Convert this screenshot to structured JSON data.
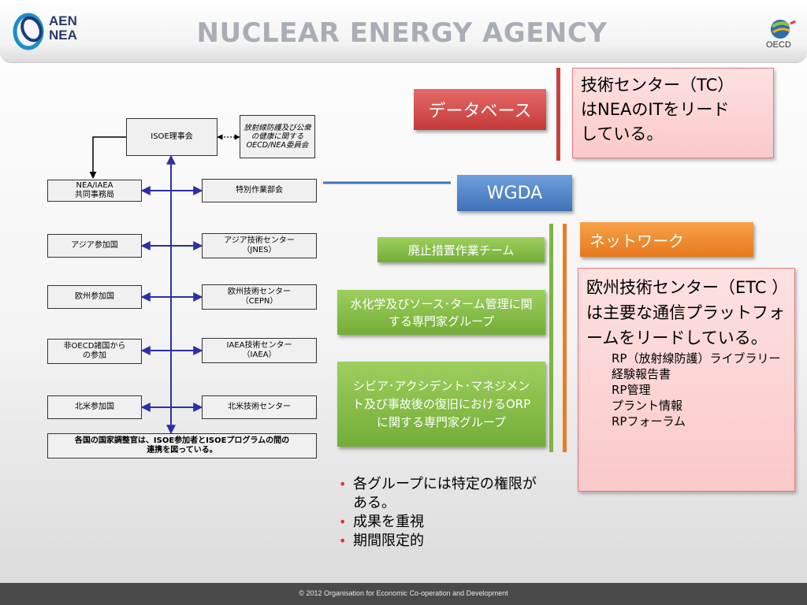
{
  "header": {
    "title": "NUCLEAR ENERGY AGENCY",
    "logo_line1": "AEN",
    "logo_line2": "NEA",
    "oecd_label": "OECD"
  },
  "org_chart": {
    "top_box": "ISOE理事会",
    "committee_box": "放射線防護及び公衆の健康に関するOECD/NEA委員会",
    "left_boxes": [
      "NEA/IAEA\n共同事務局",
      "アジア参加国",
      "欧州参加国",
      "非OECD諸国から\nの参加",
      "北米参加国"
    ],
    "right_boxes": [
      "特別作業部会",
      "アジア技術センター\n（JNES）",
      "欧州技術センター\n（CEPN）",
      "IAEA技術センター\n（IAEA）",
      "北米技術センター"
    ],
    "bottom_box": "各国の国家調整官は、ISOE参加者とISOEプログラムの間の\n連携を図っている。"
  },
  "database_label": "データベース",
  "wgda_label": "WGDA",
  "network_label": "ネットワーク",
  "tc_note": "技術センター（TC）\nはNEAのITをリード\nしている。",
  "groups": [
    "廃止措置作業チーム",
    "水化学及びソース･ターム管理に関する専門家グループ",
    "シビア･アクシデント･マネジメント及び事故後の復旧におけるORPに関する専門家グループ"
  ],
  "etc_note": {
    "heading": "欧州技術センター（ETC ）は主要な通信プラットフォームをリードしている。",
    "items": [
      "RP（放射線防護）ライブラリー",
      "経験報告書",
      "RP管理",
      "プラント情報",
      "RPフォーラム"
    ]
  },
  "bullets": [
    "各グループには特定の権限がある。",
    "成果を重視",
    "期間限定的"
  ],
  "footer": "© 2012 Organisation for Economic Co-operation and Development",
  "colors": {
    "red": "#c9403e",
    "blue": "#3f74ba",
    "orange": "#ea7d22",
    "green": "#7db442",
    "connector": "#2e2ea8"
  }
}
